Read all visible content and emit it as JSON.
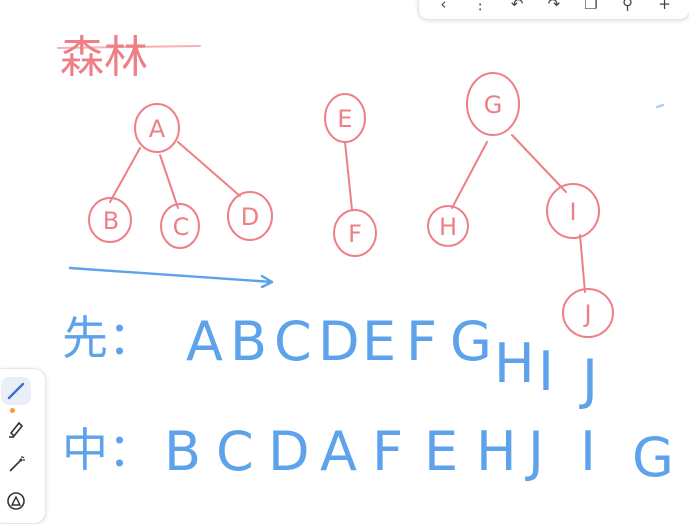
{
  "title": "森林",
  "tree_nodes": [
    {
      "id": "A",
      "label": "A"
    },
    {
      "id": "B",
      "label": "B"
    },
    {
      "id": "C",
      "label": "C"
    },
    {
      "id": "D",
      "label": "D"
    },
    {
      "id": "E",
      "label": "E"
    },
    {
      "id": "F",
      "label": "F"
    },
    {
      "id": "G",
      "label": "G"
    },
    {
      "id": "H",
      "label": "H"
    },
    {
      "id": "I",
      "label": "I"
    },
    {
      "id": "J",
      "label": "J"
    }
  ],
  "edges": [
    [
      "A",
      "B"
    ],
    [
      "A",
      "C"
    ],
    [
      "A",
      "D"
    ],
    [
      "E",
      "F"
    ],
    [
      "G",
      "H"
    ],
    [
      "G",
      "I"
    ],
    [
      "I",
      "J"
    ]
  ],
  "preorder": {
    "label": "先：",
    "sequence": [
      "A",
      "B",
      "C",
      "D",
      "E",
      "F",
      "G",
      "H",
      "I",
      "J"
    ]
  },
  "inorder": {
    "label": "中：",
    "sequence": [
      "B",
      "C",
      "D",
      "A",
      "F",
      "E",
      "H",
      "J",
      "I",
      "G"
    ]
  },
  "toolbar": {
    "icons": [
      "chevron-left-icon",
      "more-icon",
      "undo-icon",
      "redo-icon",
      "copy-icon",
      "search-icon",
      "add-icon"
    ],
    "glyphs": [
      "‹",
      "⋮",
      "↶",
      "↷",
      "❐",
      "⚲",
      "+"
    ]
  },
  "tools": [
    "pen-tool-icon",
    "highlighter-icon",
    "laser-pointer-icon",
    "shapes-icon"
  ],
  "colors": {
    "red_ink": "#ee7f86",
    "blue_ink": "#5da2ea",
    "active_tool_dot": "#f0a030"
  }
}
